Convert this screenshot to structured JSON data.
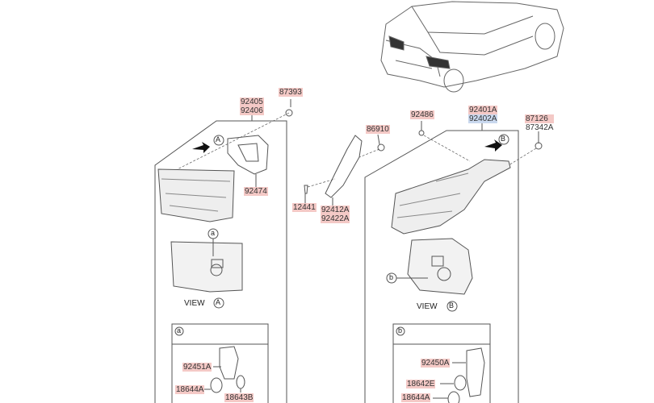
{
  "colors": {
    "label_bg": "#f4c9c6",
    "label_bg_alt": "#c9d8ee",
    "line": "#555555"
  },
  "parts": {
    "p87393": "87393",
    "p92405": "92405",
    "p92406": "92406",
    "p92474": "92474",
    "p86910": "86910",
    "p12441": "12441",
    "p92412A": "92412A",
    "p92422A": "92422A",
    "p92486": "92486",
    "p92401A": "92401A",
    "p92402A": "92402A",
    "p87126": "87126",
    "p87342A": "87342A",
    "p92451A": "92451A",
    "p18644A_a": "18644A",
    "p18643B": "18643B",
    "p92450A": "92450A",
    "p18642E": "18642E",
    "p18644A_b": "18644A"
  },
  "views": {
    "view_label": "VIEW",
    "A": "A",
    "B": "B",
    "a": "a",
    "b": "b"
  }
}
